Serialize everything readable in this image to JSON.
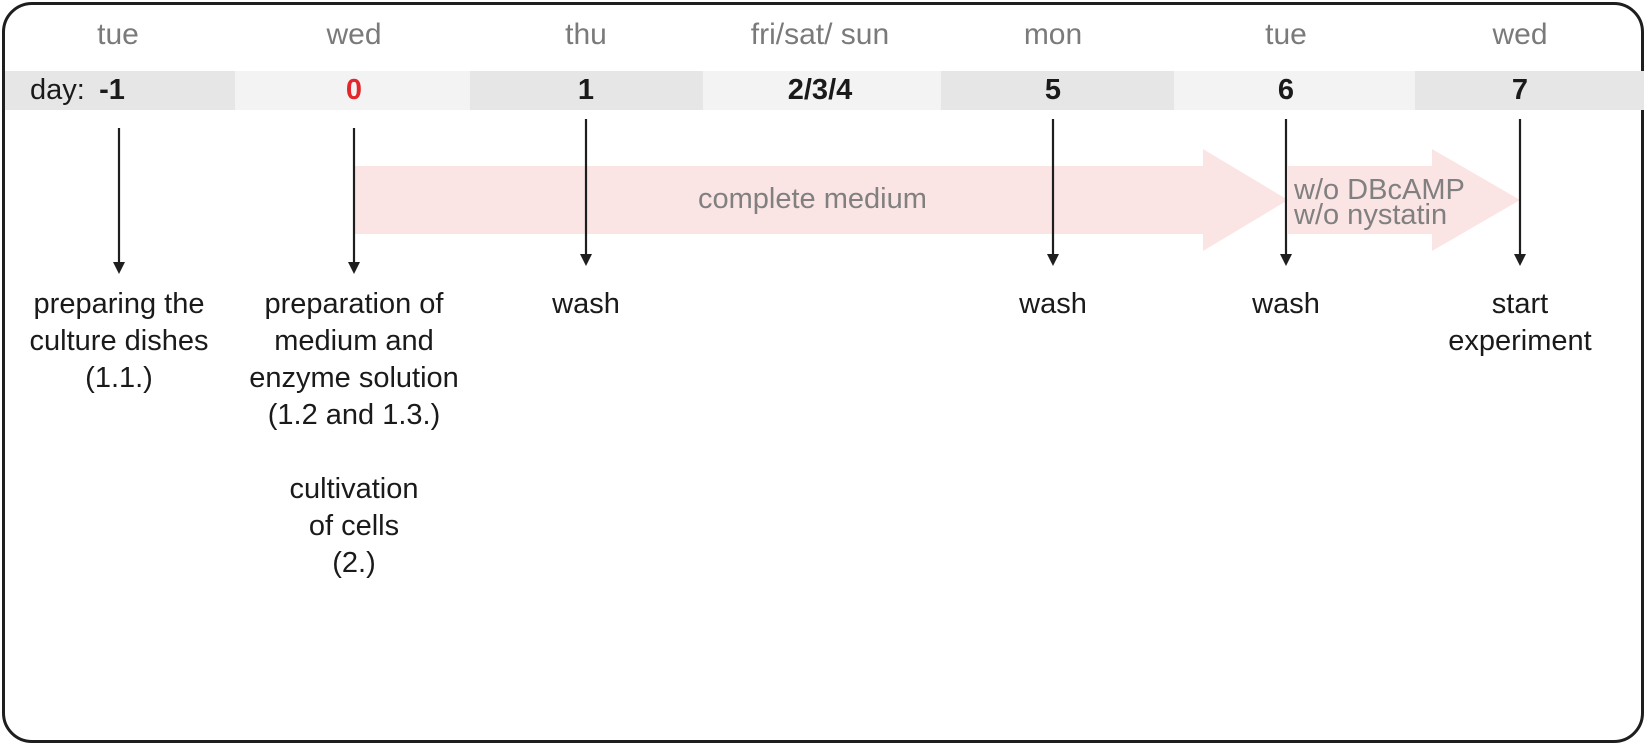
{
  "day_label": "day:",
  "days": [
    {
      "weekday": "tue",
      "number": "-1"
    },
    {
      "weekday": "wed",
      "number": "0"
    },
    {
      "weekday": "thu",
      "number": "1"
    },
    {
      "weekday": "fri/sat/ sun",
      "number": "2/3/4"
    },
    {
      "weekday": "mon",
      "number": "5"
    },
    {
      "weekday": "tue",
      "number": "6"
    },
    {
      "weekday": "wed",
      "number": "7"
    }
  ],
  "medium": {
    "complete": "complete medium",
    "without_line1": "w/o DBcAMP",
    "without_line2": "w/o nystatin"
  },
  "steps": [
    {
      "line1": "preparing the",
      "line2": "culture dishes",
      "line3": "(1.1.)",
      "line4": ""
    },
    {
      "line1": "preparation of",
      "line2": "medium and",
      "line3": "enzyme solution",
      "line4": "(1.2 and 1.3.)"
    },
    {
      "line1": "wash",
      "line2": "",
      "line3": "",
      "line4": ""
    },
    {
      "line1": "",
      "line2": "",
      "line3": "",
      "line4": ""
    },
    {
      "line1": "wash",
      "line2": "",
      "line3": "",
      "line4": ""
    },
    {
      "line1": "wash",
      "line2": "",
      "line3": "",
      "line4": ""
    },
    {
      "line1": "start",
      "line2": "experiment",
      "line3": "",
      "line4": ""
    }
  ],
  "cultivation": {
    "line1": "cultivation",
    "line2": "of cells",
    "line3": "(2.)"
  },
  "colors": {
    "highlight": "#e3262b",
    "arrow_fill": "#fbe4e4",
    "band_dark": "#e6e6e7",
    "band_light": "#f3f3f4"
  }
}
